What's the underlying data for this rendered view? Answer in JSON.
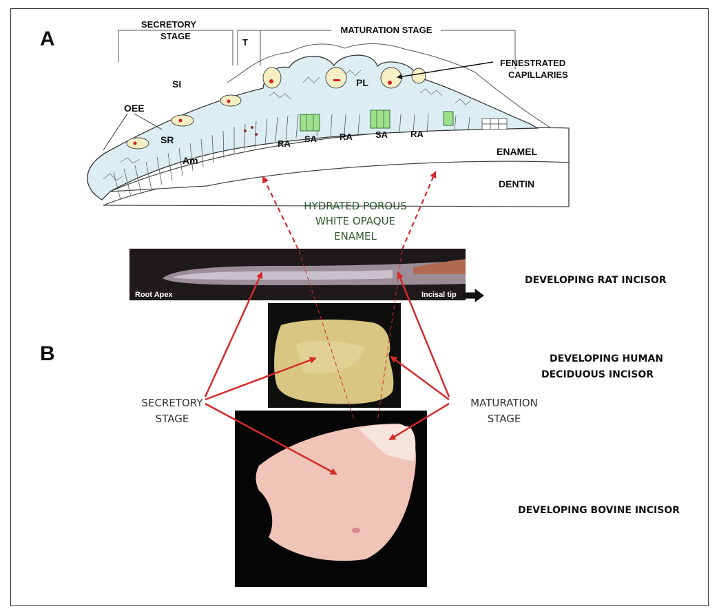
{
  "panels": {
    "a": "A",
    "b": "B"
  },
  "diagram_a": {
    "stage_secretory": [
      "SECRETORY",
      "STAGE"
    ],
    "stage_transition": "T",
    "stage_maturation": "MATURATION STAGE",
    "fenestrated": [
      "FENESTRATED",
      "CAPILLARIES"
    ],
    "cell_labels": {
      "oee": "OEE",
      "si": "SI",
      "sr": "SR",
      "am": "Am",
      "pl": "PL"
    },
    "ra_sa_labels": [
      "RA",
      "SA",
      "RA",
      "SA",
      "RA"
    ],
    "layers": {
      "enamel": "ENAMEL",
      "dentin": "DENTIN"
    }
  },
  "center_note": [
    "HYDRATED POROUS",
    "WHITE OPAQUE",
    "ENAMEL"
  ],
  "rat_photo": {
    "root": "Root Apex",
    "tip": "Incisal tip"
  },
  "side_labels": {
    "rat": [
      "DEVELOPING RAT INCISOR"
    ],
    "human": [
      "DEVELOPING HUMAN",
      "DECIDUOUS INCISOR"
    ],
    "bovine": [
      "DEVELOPING BOVINE INCISOR"
    ]
  },
  "stage_labels": {
    "secretory": [
      "SECRETORY",
      "STAGE"
    ],
    "maturation": [
      "MATURATION",
      "STAGE"
    ]
  },
  "colors": {
    "arrow": "#d42a2a",
    "cell_fill": "#dceef4",
    "yellow": "#f6efc4",
    "green": "#9fe08f",
    "nucleus": "#d42020"
  }
}
